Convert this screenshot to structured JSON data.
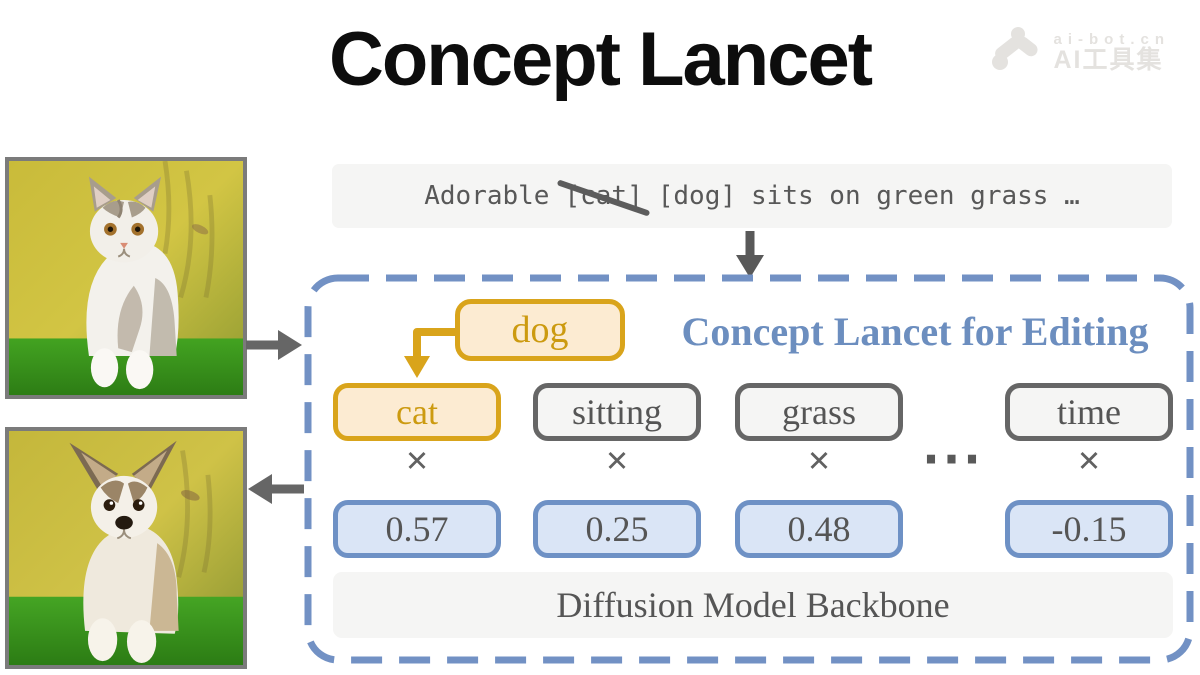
{
  "title": "Concept Lancet",
  "watermark": {
    "domain": "ai-bot.cn",
    "brand": "AI工具集"
  },
  "prompt": {
    "prefix": "Adorable",
    "removed_token": "[cat]",
    "inserted_token": "[dog]",
    "suffix": "sits on green grass …"
  },
  "editor": {
    "title": "Concept Lancet for Editing",
    "source_concept": "dog",
    "concepts": [
      "cat",
      "sitting",
      "grass",
      "time"
    ],
    "coefficients": [
      "0.57",
      "0.25",
      "0.48",
      "-0.15"
    ],
    "multiply": "✕",
    "ellipsis": "···",
    "backbone": "Diffusion Model Backbone"
  },
  "colors": {
    "accent_blue": "#6e91c5",
    "title_blue": "#6c8ebf",
    "accent_gold": "#d9a41b",
    "gold_fill": "#fcebd2",
    "blue_fill": "#dae5f6",
    "gray_border": "#666666",
    "panel_gray": "#f5f5f4",
    "text_gray": "#595959"
  }
}
